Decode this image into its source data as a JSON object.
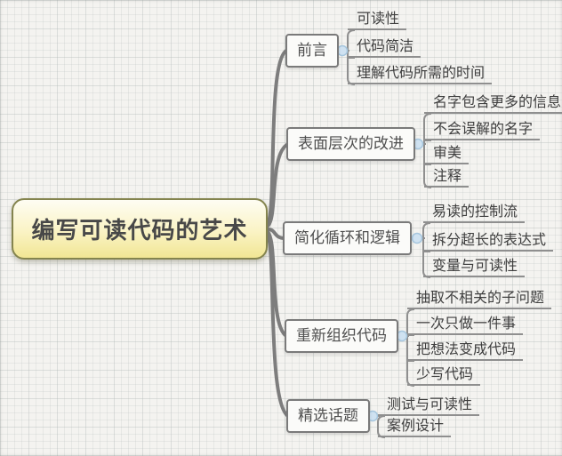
{
  "root": {
    "label": "编写可读代码的艺术"
  },
  "branches": [
    {
      "label": "前言",
      "children": [
        "可读性",
        "代码简洁",
        "理解代码所需的时间"
      ]
    },
    {
      "label": "表面层次的改进",
      "children": [
        "名字包含更多的信息",
        "不会误解的名字",
        "审美",
        "注释"
      ]
    },
    {
      "label": "简化循环和逻辑",
      "children": [
        "易读的控制流",
        "拆分超长的表达式",
        "变量与可读性"
      ]
    },
    {
      "label": "重新组织代码",
      "children": [
        "抽取不相关的子问题",
        "一次只做一件事",
        "把想法变成代码",
        "少写代码"
      ]
    },
    {
      "label": "精选话题",
      "children": [
        "测试与可读性",
        "案例设计"
      ]
    }
  ],
  "colors": {
    "background": "#f4f3f0",
    "root_fill_top": "#fefdf3",
    "root_fill_bottom": "#f1e694",
    "root_border": "#84844e",
    "branch_border": "#7a7a7a",
    "branch_curve": "#7d7d7d",
    "leaf_underline": "#8f8f8f",
    "toggle_fill": "#cfe2f1",
    "toggle_border": "#a6c6de"
  }
}
